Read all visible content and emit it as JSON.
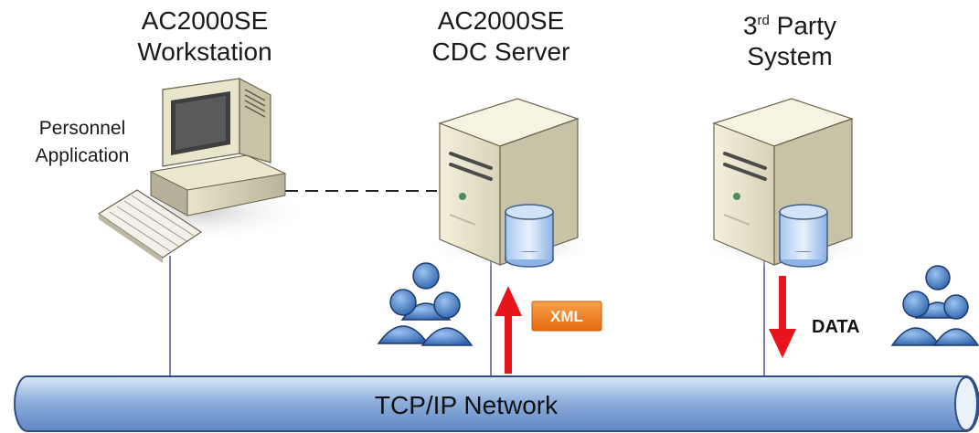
{
  "nodes": {
    "workstation": {
      "title_line1": "AC2000SE",
      "title_line2": "Workstation",
      "app_line1": "Personnel",
      "app_line2": "Application"
    },
    "cdc_server": {
      "title_line1": "AC2000SE",
      "title_line2": "CDC Server"
    },
    "third_party": {
      "title_prefix": "3",
      "title_sup": "rd",
      "title_suffix": " Party",
      "title_line2": "System"
    }
  },
  "flows": {
    "xml_label": "XML",
    "data_label": "DATA"
  },
  "network": {
    "label": "TCP/IP Network"
  },
  "colors": {
    "arrow": "#e8141b",
    "badge": "#f07d1a",
    "pipe": "#8fb0dd",
    "pipe_edge": "#2d4f86",
    "user": "#3f78c2"
  }
}
